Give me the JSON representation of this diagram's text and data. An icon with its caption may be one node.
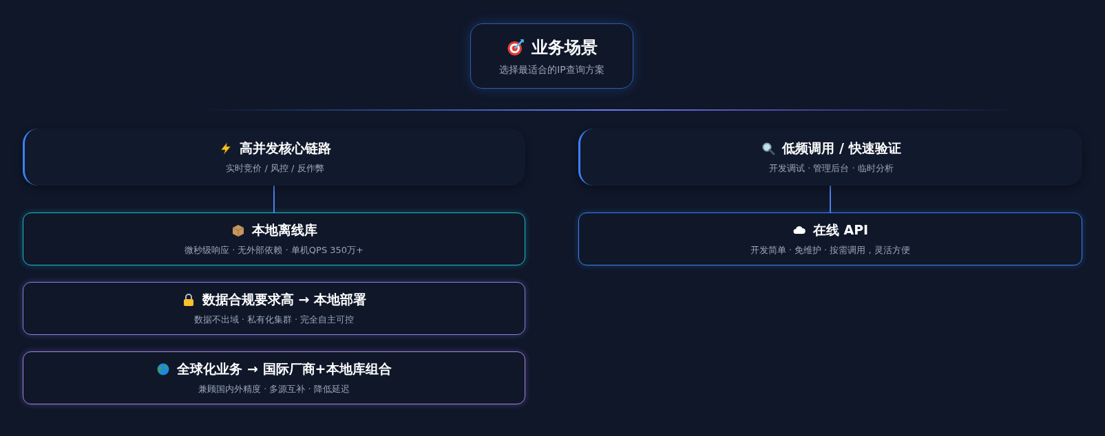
{
  "diagram": {
    "nodes": [
      {
        "text": [
          "业务场景",
          "选择最适合的IP查询方案"
        ]
      },
      {
        "text": [
          "高并发核心链路",
          "实时竞价 / 风控 / 反作弊"
        ]
      },
      {
        "text": [
          "低频调用 / 快速验证",
          "开发调试 · 管理后台 · 临时分析"
        ]
      },
      {
        "text": [
          "本地离线库",
          "微秒级响应 · 无外部依赖 · 单机QPS 350万+"
        ]
      },
      {
        "text": [
          "数据合规要求高 → 本地部署",
          "数据不出域 · 私有化集群 · 完全自主可控"
        ]
      },
      {
        "text": [
          "全球化业务 → 国际厂商+本地库组合",
          "兼顾国内外精度 · 多源互补 · 降低延迟"
        ]
      },
      {
        "text": [
          "在线 API",
          "开发简单 · 免维护 · 按需调用，灵活方便"
        ]
      }
    ],
    "edges": [
      {
        "from": 1,
        "to": 3,
        "arrow": "none"
      },
      {
        "from": 2,
        "to": 6,
        "arrow": "none"
      }
    ]
  }
}
